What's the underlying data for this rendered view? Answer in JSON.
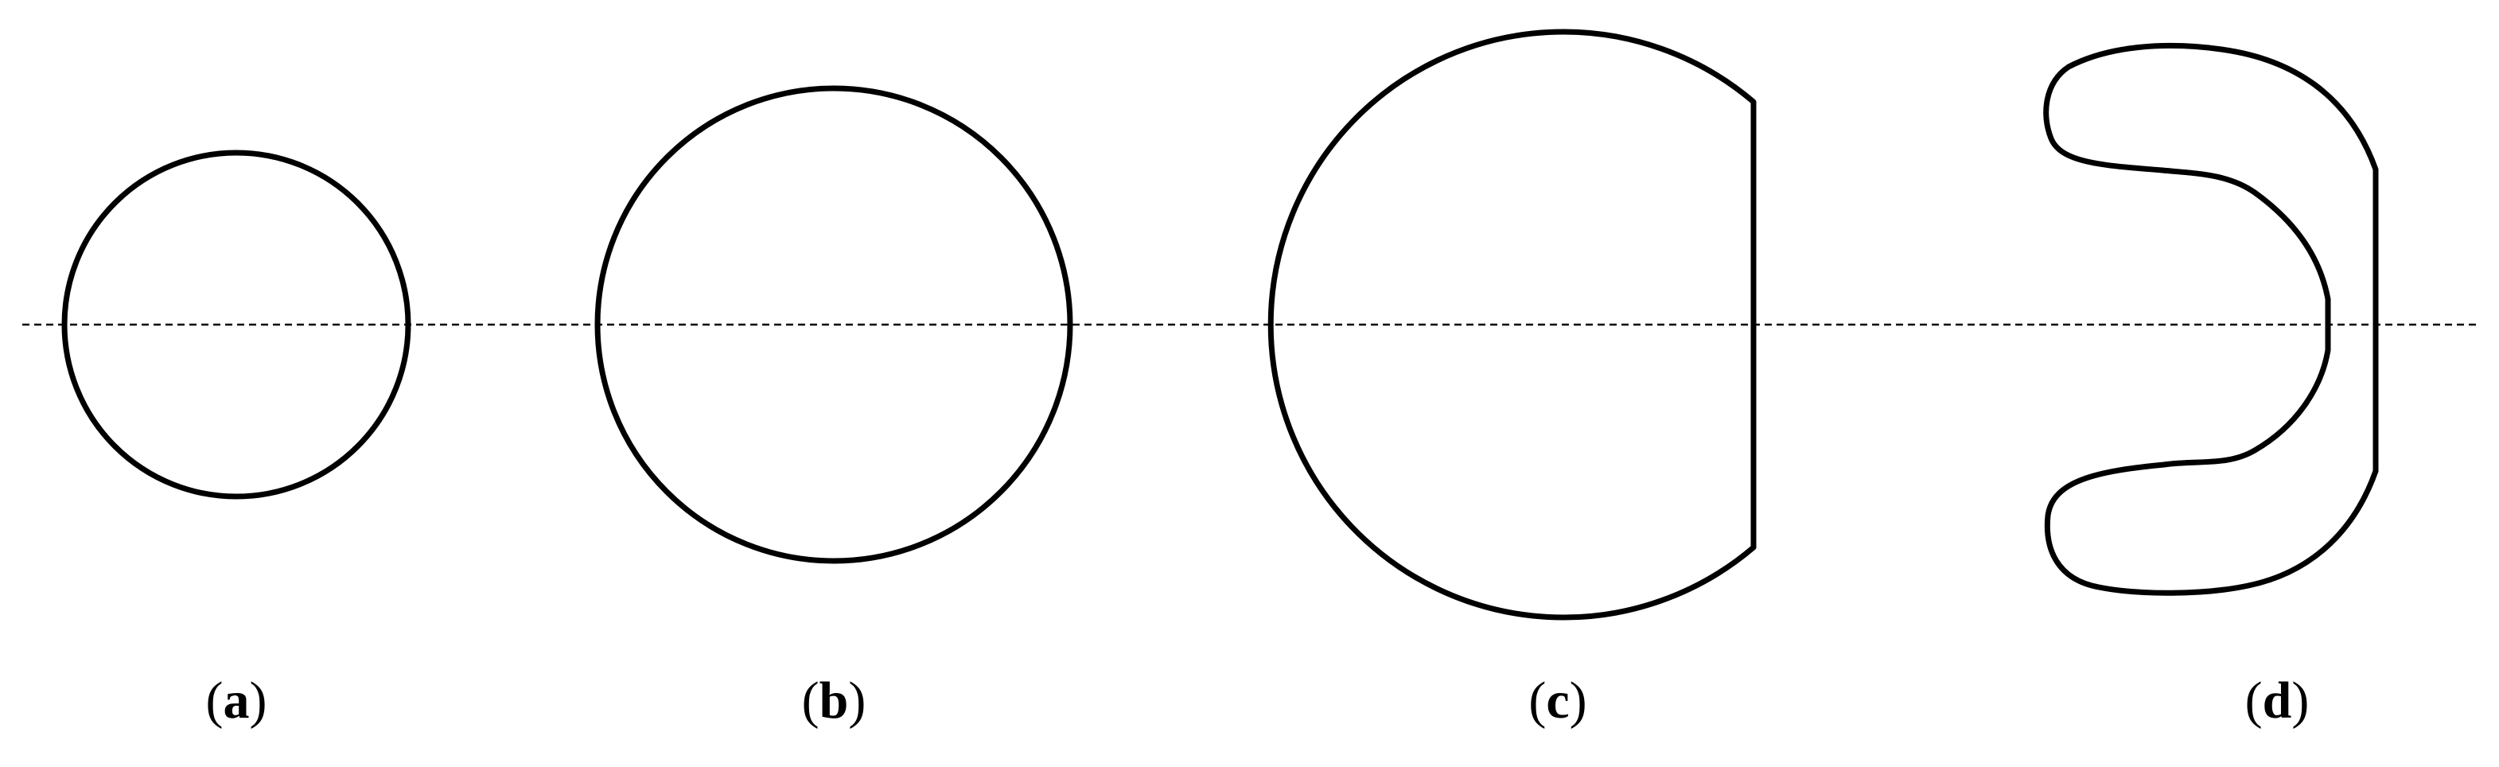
{
  "panels": [
    {
      "id": "a",
      "open": "(",
      "letter": "a",
      "close": ")"
    },
    {
      "id": "b",
      "open": "(",
      "letter": "b",
      "close": ")"
    },
    {
      "id": "c",
      "open": "(",
      "letter": "c",
      "close": ")"
    },
    {
      "id": "d",
      "open": "(",
      "letter": "d",
      "close": ")"
    }
  ],
  "colors": {
    "stroke": "#000000",
    "axis": "#000000",
    "background": "#ffffff"
  }
}
